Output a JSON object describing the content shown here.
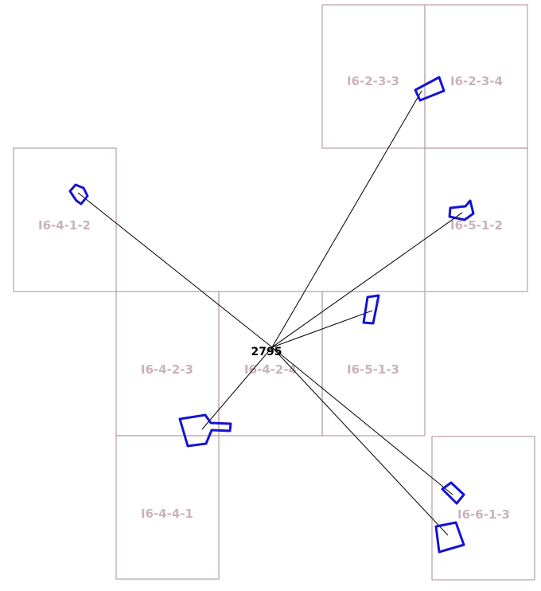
{
  "map": {
    "center_label": "2795",
    "tiles": [
      {
        "id": "I6-2-3-3",
        "label": "I6-2-3-3"
      },
      {
        "id": "I6-2-3-4",
        "label": "I6-2-3-4"
      },
      {
        "id": "I6-4-1-2",
        "label": "I6-4-1-2"
      },
      {
        "id": "I6-5-1-2",
        "label": "I6-5-1-2"
      },
      {
        "id": "I6-4-2-3",
        "label": "I6-4-2-3"
      },
      {
        "id": "I6-4-2-4",
        "label": "I6-4-2-4"
      },
      {
        "id": "I6-5-1-3",
        "label": "I6-5-1-3"
      },
      {
        "id": "I6-4-4-1",
        "label": "I6-4-4-1"
      },
      {
        "id": "I6-6-1-3",
        "label": "I6-6-1-3"
      }
    ],
    "colors": {
      "tile_border": "#b89ea8",
      "tile_label": "#c9b3bb",
      "parcel_outline": "#1414d2",
      "link_line": "#111111"
    }
  }
}
